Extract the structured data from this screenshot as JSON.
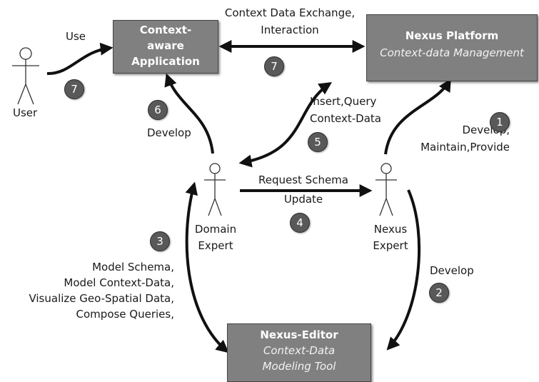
{
  "actors": {
    "user": "User",
    "domain_expert": [
      "Domain",
      "Expert"
    ],
    "nexus_expert": [
      "Nexus",
      "Expert"
    ]
  },
  "boxes": {
    "app": {
      "title_lines": [
        "Context-",
        "aware",
        "Application"
      ]
    },
    "platform": {
      "title": "Nexus Platform",
      "subtitle": "Context-data Management"
    },
    "editor": {
      "title": "Nexus-Editor",
      "subtitle_lines": [
        "Context-Data",
        "Modeling Tool"
      ]
    }
  },
  "edges": {
    "use": "Use",
    "exchange": [
      "Context Data Exchange,",
      "Interaction"
    ],
    "develop_app": "Develop",
    "insert_query": [
      "Insert,Query",
      "Context-Data"
    ],
    "develop_platform": [
      "Develop,",
      "Maintain,Provide"
    ],
    "request_schema": [
      "Request Schema",
      "Update"
    ],
    "editor_uses": [
      "Model Schema,",
      "Model Context-Data,",
      "Visualize Geo-Spatial Data,",
      "Compose Queries,"
    ],
    "develop_editor": "Develop"
  },
  "steps": {
    "use": "7",
    "exchange": "7",
    "develop_app": "6",
    "insert_query": "5",
    "develop_platform": "1",
    "request_schema": "4",
    "editor_uses": "3",
    "develop_editor": "2"
  },
  "colors": {
    "box_fill": "#808080",
    "badge_fill": "#595959",
    "line": "#111111"
  }
}
